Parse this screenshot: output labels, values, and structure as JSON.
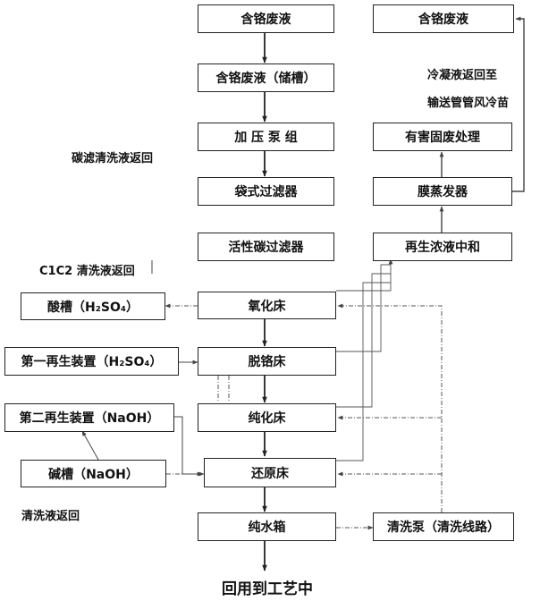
{
  "boxes": {
    "b1": "含铬废液",
    "b2": "含铬废液（储槽）",
    "b3": "加 压 泵 组",
    "b4": "袋式过滤器",
    "b5": "活性碳过滤器",
    "b6": "氧化床",
    "b7": "脱铬床",
    "b8": "纯化床",
    "b9": "还原床",
    "b10": "纯水箱",
    "r1": "含铬废液",
    "r2": "有害固废处理",
    "r3": "膜蒸发器",
    "r4": "再生浓液中和",
    "l1": "酸槽（H₂SO₄）",
    "l2": "第一再生装置（H₂SO₄）",
    "l3": "第二再生装置（NaOH）",
    "l4": "碱槽（NaOH）",
    "p1": "清洗泵（清洗线路）"
  },
  "notes": {
    "condensate_line1": "冷凝液返回至",
    "condensate_line2": "输送管管风冷苗",
    "carbon_return": "碳滤清洗液返回",
    "c1c2_return": "C1C2 清洗液返回",
    "wash_return": "清洗液返回"
  },
  "final_label": "回用到工艺中"
}
